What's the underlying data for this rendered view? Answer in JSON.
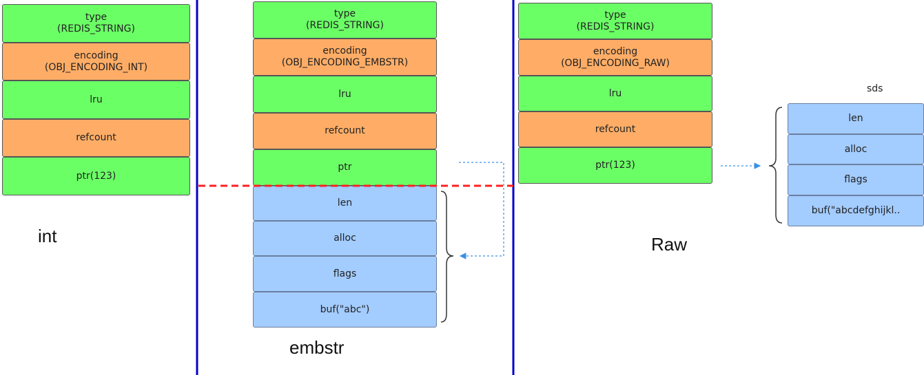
{
  "colors": {
    "header_field": "#6bff66",
    "encoding_field": "#ffad66",
    "sds_field": "#a3ccff",
    "divider": "#0000cc",
    "boundary": "#ff2020",
    "pointer": "#3b8fe6"
  },
  "int_panel": {
    "fields": [
      {
        "text": "type\n(REDIS_STRING)",
        "color": "green"
      },
      {
        "text": "encoding\n(OBJ_ENCODING_INT)",
        "color": "orange"
      },
      {
        "text": "lru",
        "color": "green"
      },
      {
        "text": "refcount",
        "color": "orange"
      },
      {
        "text": "ptr(123)",
        "color": "green"
      }
    ],
    "caption": "int"
  },
  "embstr_panel": {
    "fields": [
      {
        "text": "type\n(REDIS_STRING)",
        "color": "green"
      },
      {
        "text": "encoding\n(OBJ_ENCODING_EMBSTR)",
        "color": "orange"
      },
      {
        "text": "lru",
        "color": "green"
      },
      {
        "text": "refcount",
        "color": "orange"
      },
      {
        "text": "ptr",
        "color": "green"
      },
      {
        "text": "len",
        "color": "blue"
      },
      {
        "text": "alloc",
        "color": "blue"
      },
      {
        "text": "flags",
        "color": "blue"
      },
      {
        "text": "buf(\"abc\")",
        "color": "blue"
      }
    ],
    "caption": "embstr"
  },
  "raw_panel": {
    "fields": [
      {
        "text": "type\n(REDIS_STRING)",
        "color": "green"
      },
      {
        "text": "encoding\n(OBJ_ENCODING_RAW)",
        "color": "orange"
      },
      {
        "text": "lru",
        "color": "green"
      },
      {
        "text": "refcount",
        "color": "orange"
      },
      {
        "text": "ptr(123)",
        "color": "green"
      }
    ],
    "caption": "Raw",
    "sds_title": "sds",
    "sds_fields": [
      {
        "text": "len",
        "color": "blue"
      },
      {
        "text": "alloc",
        "color": "blue"
      },
      {
        "text": "flags",
        "color": "blue"
      },
      {
        "text": "buf(\"abcdefghijkl..",
        "color": "blue"
      }
    ]
  }
}
